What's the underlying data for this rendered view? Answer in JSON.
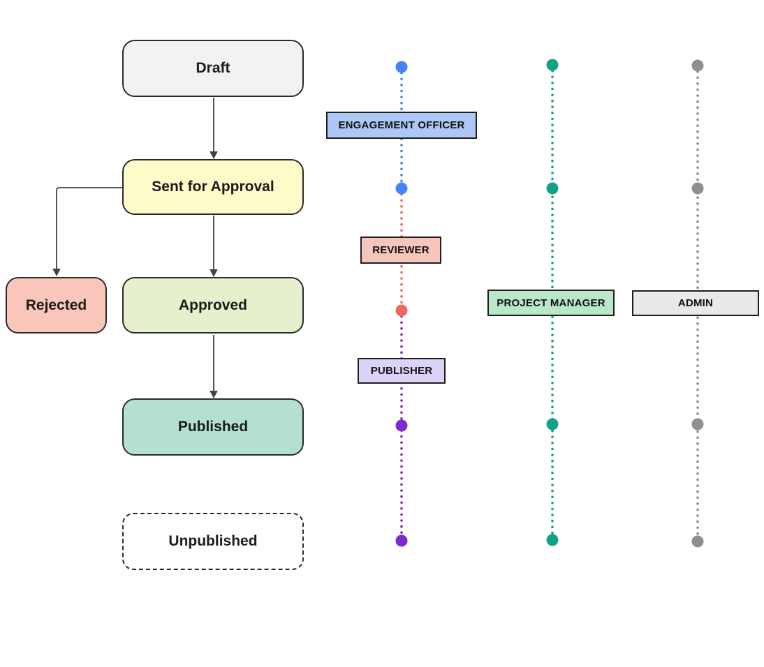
{
  "diagram": {
    "background": "#ffffff",
    "nodes": {
      "draft": {
        "label": "Draft",
        "fill": "#f2f2f2",
        "border_style": "solid"
      },
      "sent_for_approval": {
        "label": "Sent for Approval",
        "fill": "#fcfbc9",
        "border_style": "solid"
      },
      "rejected": {
        "label": "Rejected",
        "fill": "#f8c6ba",
        "border_style": "solid"
      },
      "approved": {
        "label": "Approved",
        "fill": "#e7f0cc",
        "border_style": "solid"
      },
      "published": {
        "label": "Published",
        "fill": "#b3e0d2",
        "border_style": "solid"
      },
      "unpublished": {
        "label": "Unpublished",
        "fill": "#ffffff",
        "border_style": "dashed"
      }
    },
    "edges": [
      {
        "from": "Draft",
        "to": "Sent for Approval"
      },
      {
        "from": "Sent for Approval",
        "to": "Rejected"
      },
      {
        "from": "Sent for Approval",
        "to": "Approved"
      },
      {
        "from": "Approved",
        "to": "Published"
      }
    ],
    "roles": {
      "engagement_officer": {
        "label": "ENGAGEMENT OFFICER",
        "fill": "#adc8f6",
        "line_color": "#4285f4"
      },
      "reviewer": {
        "label": "REVIEWER",
        "fill": "#f6c6ba",
        "line_color": "#ee6a5a"
      },
      "publisher": {
        "label": "PUBLISHER",
        "fill": "#ddd2f8",
        "line_color": "#7b2bd0"
      },
      "project_manager": {
        "label": "PROJECT MANAGER",
        "fill": "#b9e7c9",
        "line_color": "#12a384"
      },
      "admin": {
        "label": "ADMIN",
        "fill": "#e9e9e9",
        "line_color": "#8f8f8f"
      }
    },
    "colors": {
      "arrow": "#424242",
      "node_border": "#2b2b2b",
      "label_border": "#1f1f1f"
    }
  }
}
